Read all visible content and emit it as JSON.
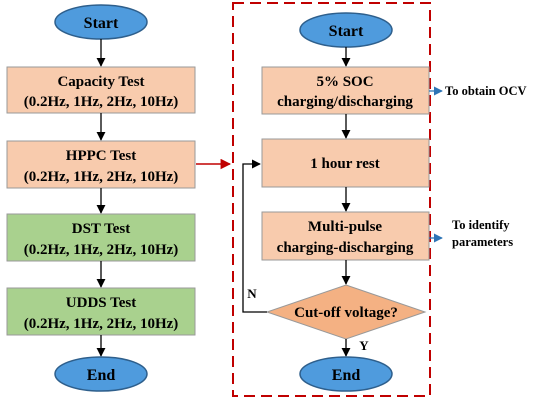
{
  "colors": {
    "oval_fill": "#4F9BDD",
    "oval_stroke": "#2E5F8C",
    "orange_fill": "#F8CBAD",
    "green_fill": "#A9D18E",
    "diamond_fill": "#F4B183",
    "red_dash": "#C00000",
    "note_arrow": "#2E75B6",
    "line": "#000000"
  },
  "left_flow": {
    "start": "Start",
    "capacity_title": "Capacity Test",
    "capacity_freq": "(0.2Hz, 1Hz, 2Hz, 10Hz)",
    "hppc_title": "HPPC Test",
    "hppc_freq": "(0.2Hz, 1Hz, 2Hz, 10Hz)",
    "dst_title": "DST Test",
    "dst_freq": "(0.2Hz, 1Hz, 2Hz, 10Hz)",
    "udds_title": "UDDS Test",
    "udds_freq": "(0.2Hz, 1Hz, 2Hz, 10Hz)",
    "end": "End"
  },
  "right_flow": {
    "start": "Start",
    "soc_line1": "5% SOC",
    "soc_line2": "charging/discharging",
    "rest": "1 hour rest",
    "pulse_line1": "Multi-pulse",
    "pulse_line2": "charging-discharging",
    "decision": "Cut-off voltage?",
    "no_label": "N",
    "yes_label": "Y",
    "end": "End"
  },
  "notes": {
    "ocv": "To obtain OCV",
    "identify_line1": "To identify",
    "identify_line2": "parameters"
  }
}
